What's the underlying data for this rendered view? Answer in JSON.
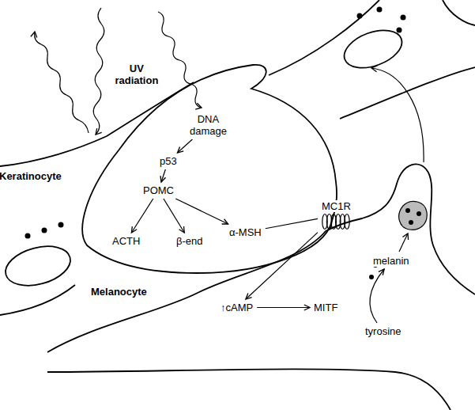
{
  "diagram": {
    "nodes": [
      {
        "text": [
          "DNA damage"
        ]
      },
      {
        "text": [
          "p53"
        ]
      },
      {
        "text": [
          "POMC"
        ]
      },
      {
        "text": [
          "ACTH"
        ]
      },
      {
        "text": [
          "β-end"
        ]
      },
      {
        "text": [
          "α-MSH"
        ]
      },
      {
        "text": [
          "MC1R"
        ]
      },
      {
        "text": [
          "↑cAMP"
        ]
      },
      {
        "text": [
          "MITF"
        ]
      },
      {
        "text": [
          "melanin"
        ]
      },
      {
        "text": [
          "tyrosine"
        ]
      }
    ],
    "edges": [
      {
        "from": 0,
        "to": 1,
        "arrow": "to"
      },
      {
        "from": 1,
        "to": 2,
        "arrow": "to"
      },
      {
        "from": 2,
        "to": 3,
        "arrow": "to"
      },
      {
        "from": 2,
        "to": 4,
        "arrow": "to"
      },
      {
        "from": 2,
        "to": 5,
        "arrow": "to"
      },
      {
        "from": 5,
        "to": 6,
        "arrow": "none"
      },
      {
        "from": 6,
        "to": 7,
        "arrow": "to"
      },
      {
        "from": 7,
        "to": 8,
        "arrow": "to"
      },
      {
        "from": 10,
        "to": 9,
        "arrow": "to"
      }
    ],
    "labels": [
      "UV radiation",
      "Keratinocyte",
      "Melanocyte"
    ]
  }
}
